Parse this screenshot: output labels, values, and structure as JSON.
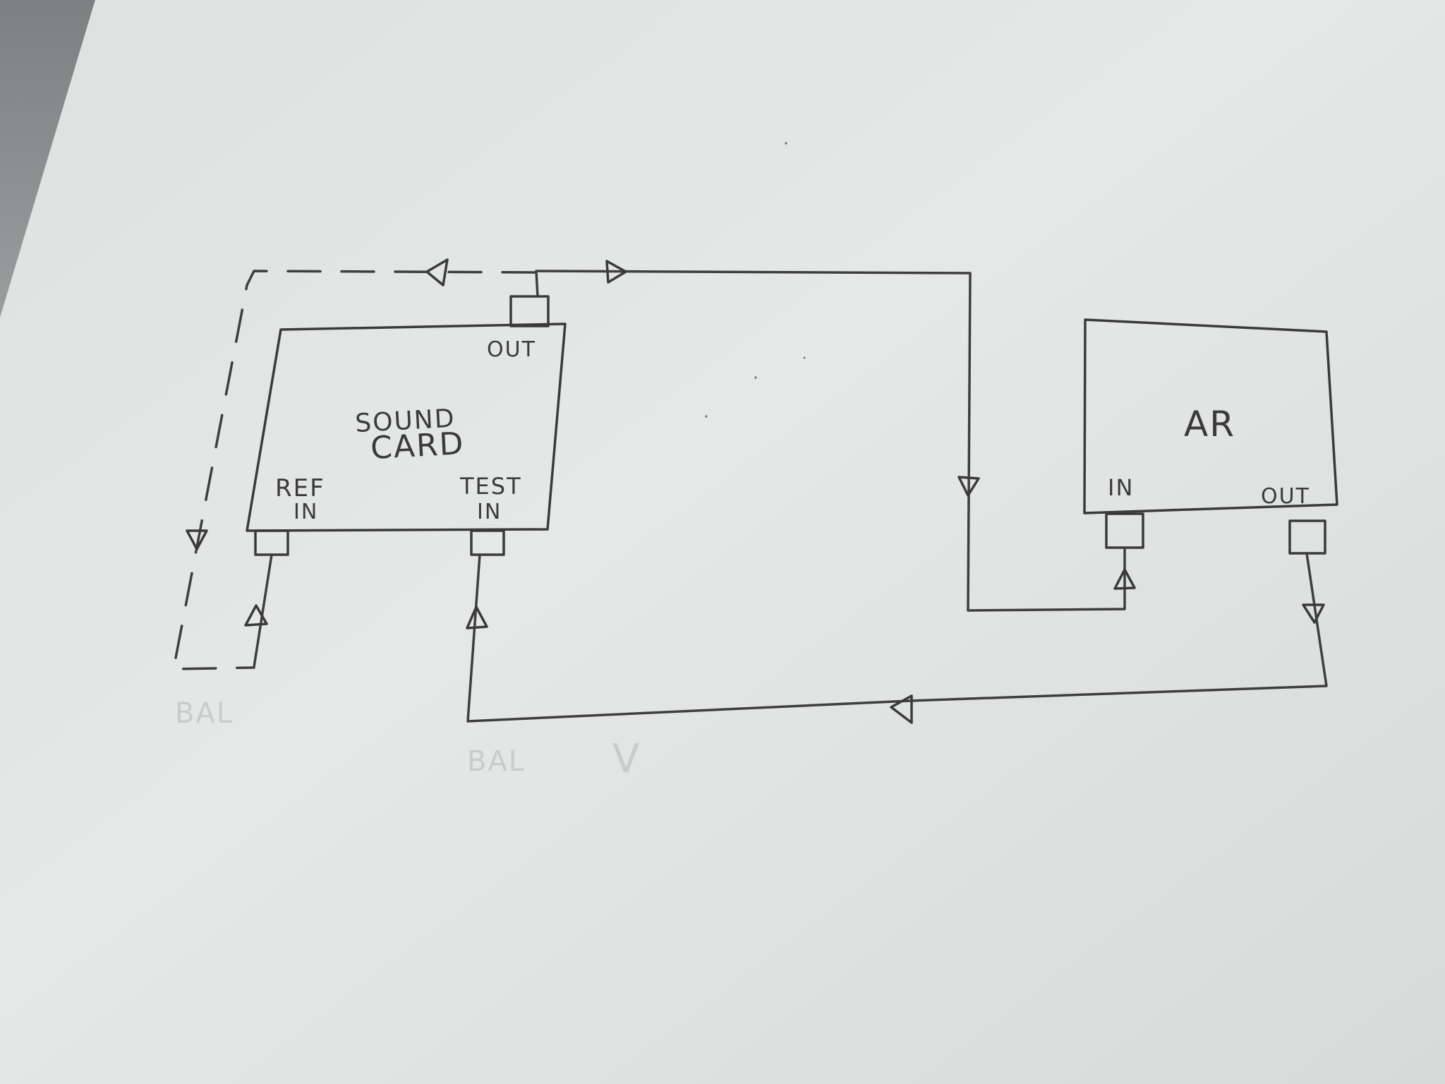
{
  "diagram": {
    "colors": {
      "paper": "#e4e6e6",
      "pencil": "#3b3b3b",
      "table": "#8b8e8f",
      "erased": "#c9cbcc"
    },
    "sound_card": {
      "title_line1": "SOUND",
      "title_line2": "CARD",
      "out_label": "OUT",
      "ref_in_line1": "REF",
      "ref_in_line2": "IN",
      "test_in_line1": "TEST",
      "test_in_line2": "IN"
    },
    "ar_unit": {
      "title": "AR",
      "in_label": "IN",
      "out_label": "OUT"
    },
    "erased_notes": {
      "bal_left": "BAL",
      "bal_bottom": "BAL",
      "mark_bottom": "V"
    }
  }
}
